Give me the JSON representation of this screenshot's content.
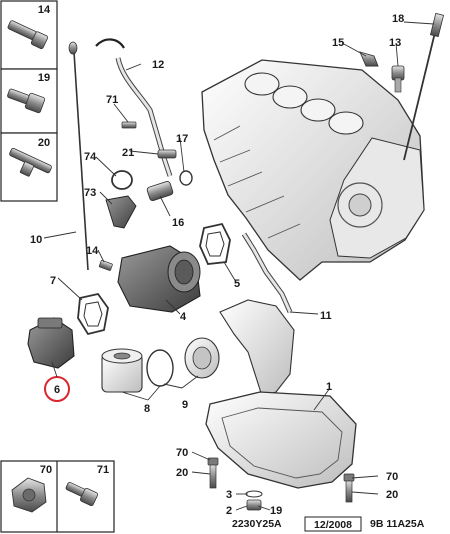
{
  "diagram": {
    "callouts": {
      "c1": "1",
      "c2": "2",
      "c3": "3",
      "c4": "4",
      "c5": "5",
      "c6": "6",
      "c7": "7",
      "c8": "8",
      "c9": "9",
      "c10": "10",
      "c11": "11",
      "c12": "12",
      "c13": "13",
      "c14": "14",
      "c15": "15",
      "c16": "16",
      "c17": "17",
      "c18": "18",
      "c19": "19",
      "c20": "20",
      "c21": "21",
      "c70": "70",
      "c71": "71",
      "c73": "73",
      "c74": "74"
    },
    "sidebar": {
      "top": "14",
      "mid": "19",
      "bottom": "20"
    },
    "inset": {
      "left": "70",
      "right": "71"
    },
    "highlighted_callout": "6",
    "highlight_color": "#d9262f",
    "footer": {
      "ref": "2230Y25A",
      "date": "12/2008",
      "code": "9B 11A25A"
    }
  }
}
